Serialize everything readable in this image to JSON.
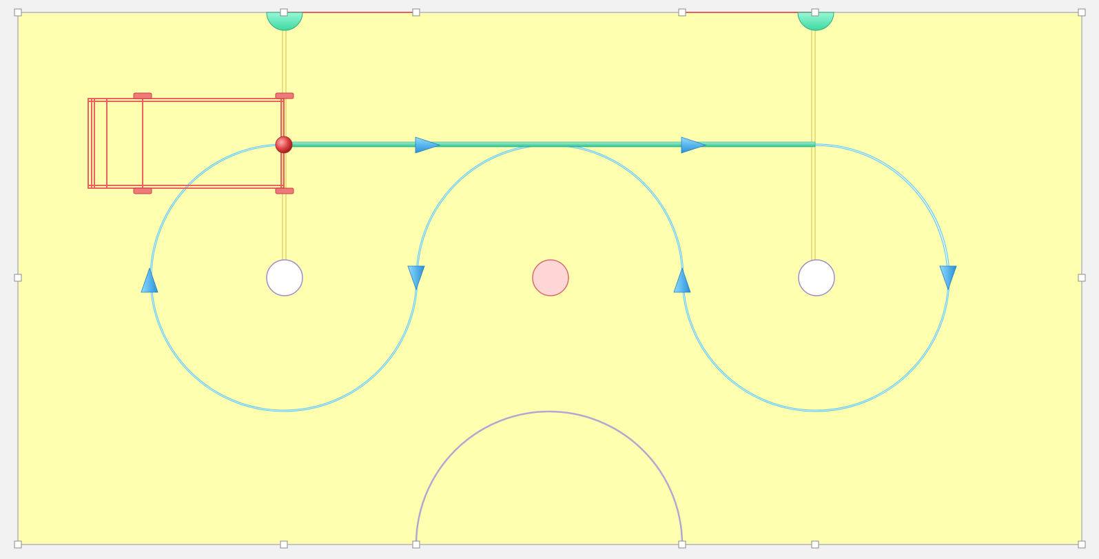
{
  "canvas": {
    "floor_color": "#ffffb0",
    "background": "#f2f2f2",
    "border_color": "#b8b8b8"
  },
  "colors": {
    "path": "#5cc8ea",
    "arrow": "#3aa8e8",
    "straight_track": "#4ed9a9",
    "crane": "#f27070",
    "robot_ball": "#e04545",
    "waypoint_fill": "#ffffff",
    "waypoint_stroke": "#9a8cc8",
    "center_fill": "#ffd6d6",
    "center_stroke": "#d86a6a",
    "dock": "#6ef0c0",
    "rail": "#d8c860",
    "arc": "#b0a8d0"
  },
  "icons": {
    "arrow": "triangle-arrow",
    "robot": "sphere",
    "waypoint": "circle",
    "dock": "half-circle",
    "handle": "square"
  }
}
